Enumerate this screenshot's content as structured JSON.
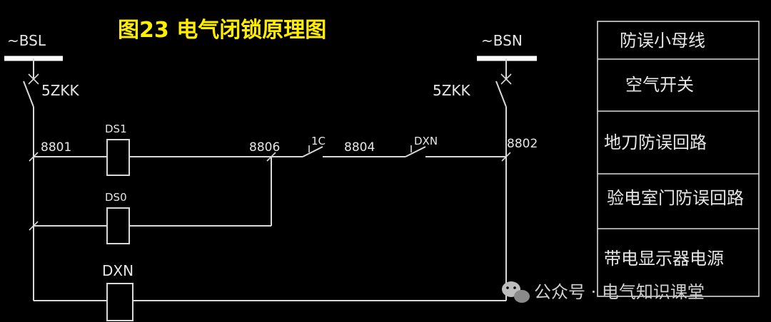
{
  "title": "图23 电气闭锁原理图",
  "buses": {
    "left": "~BSL",
    "right": "~BSN"
  },
  "breakers": {
    "left": "5ZKK",
    "right": "5ZKK"
  },
  "nodes": {
    "n8801": "8801",
    "n8806": "8806",
    "n8804": "8804",
    "n8802": "8802"
  },
  "coils": {
    "ds1": "DS1",
    "ds0": "DS0",
    "dxn": "DXN"
  },
  "contacts": {
    "c1c": "1C",
    "cdxn": "DXN"
  },
  "legend": [
    "防误小母线",
    "空气开关",
    "地刀防误回路",
    "验电室门防误回路",
    "带电显示器电源"
  ],
  "watermark": "公众号 · 电气知识课堂",
  "colors": {
    "background": "#000000",
    "title": "#ffee00",
    "lines": "#d9d9d9"
  }
}
